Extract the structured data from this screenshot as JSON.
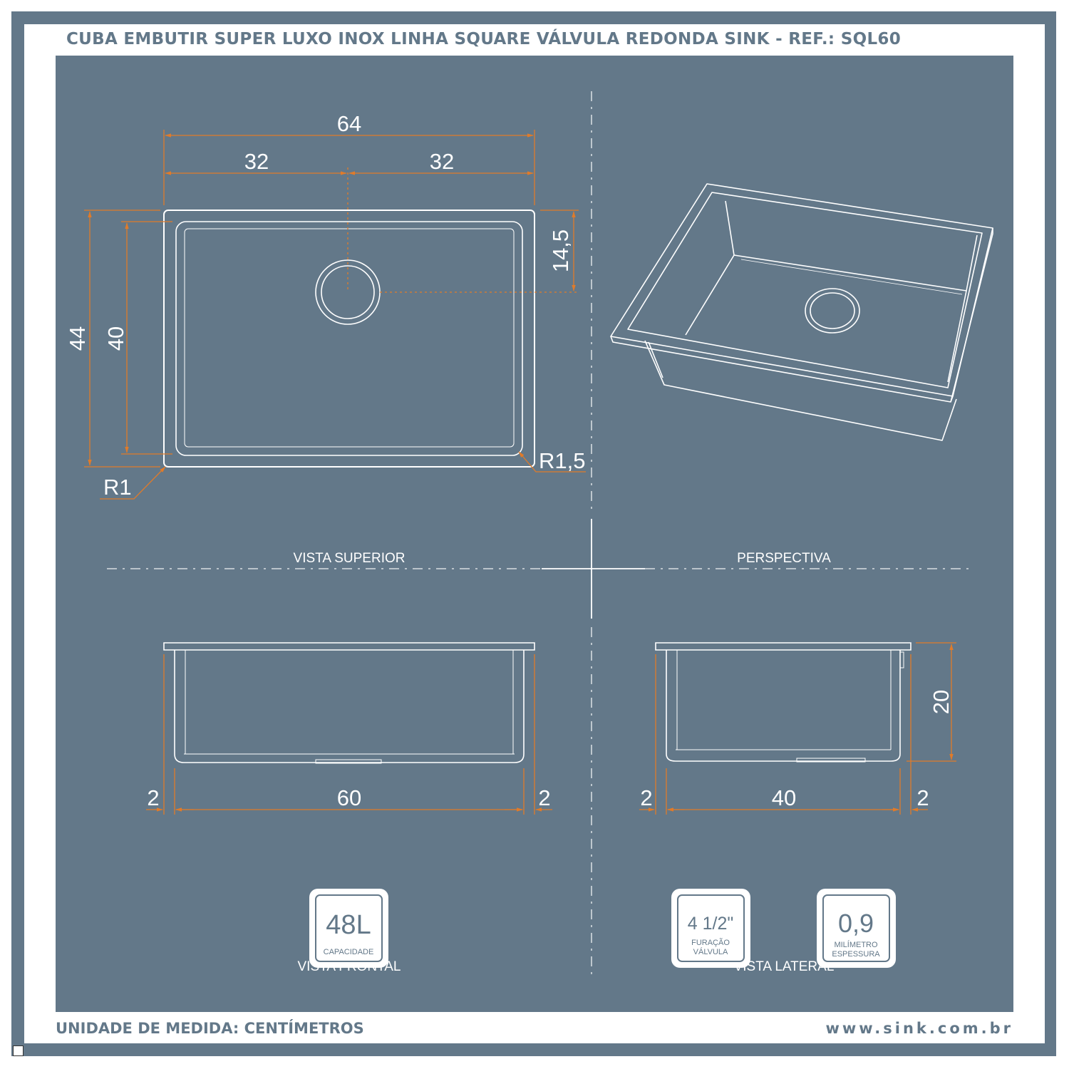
{
  "title": "CUBA EMBUTIR SUPER LUXO INOX LINHA SQUARE VÁLVULA REDONDA SINK - REF.: SQL60",
  "footer": {
    "unit": "UNIDADE DE MEDIDA: CENTÍMETROS",
    "website": "www.sink.com.br"
  },
  "views": {
    "top": "VISTA SUPERIOR",
    "perspective": "PERSPECTIVA",
    "front": "VISTA FRONTAL",
    "side": "VISTA LATERAL"
  },
  "top_view_dims": {
    "total_width": "64",
    "half_left": "32",
    "half_right": "32",
    "drain_offset": "14,5",
    "outer_depth": "44",
    "inner_depth": "40",
    "radius_outer": "R1",
    "radius_inner": "R1,5"
  },
  "front_view_dims": {
    "flange_left": "2",
    "inner_width": "60",
    "flange_right": "2"
  },
  "side_view_dims": {
    "flange_left": "2",
    "inner_depth": "40",
    "flange_right": "2",
    "height": "20"
  },
  "badges": {
    "capacity": {
      "value": "48L",
      "label": "CAPACIDADE"
    },
    "valve": {
      "value": "4 1/2\"",
      "label_line1": "FURAÇÃO",
      "label_line2": "VÁLVULA"
    },
    "thickness": {
      "value": "0,9",
      "label_line1": "MILÍMETRO",
      "label_line2": "ESPESSURA"
    }
  },
  "colors": {
    "panel": "#637889",
    "dimension_lines": "#e07b2a",
    "drawing_lines": "#ffffff",
    "background": "#ffffff"
  }
}
